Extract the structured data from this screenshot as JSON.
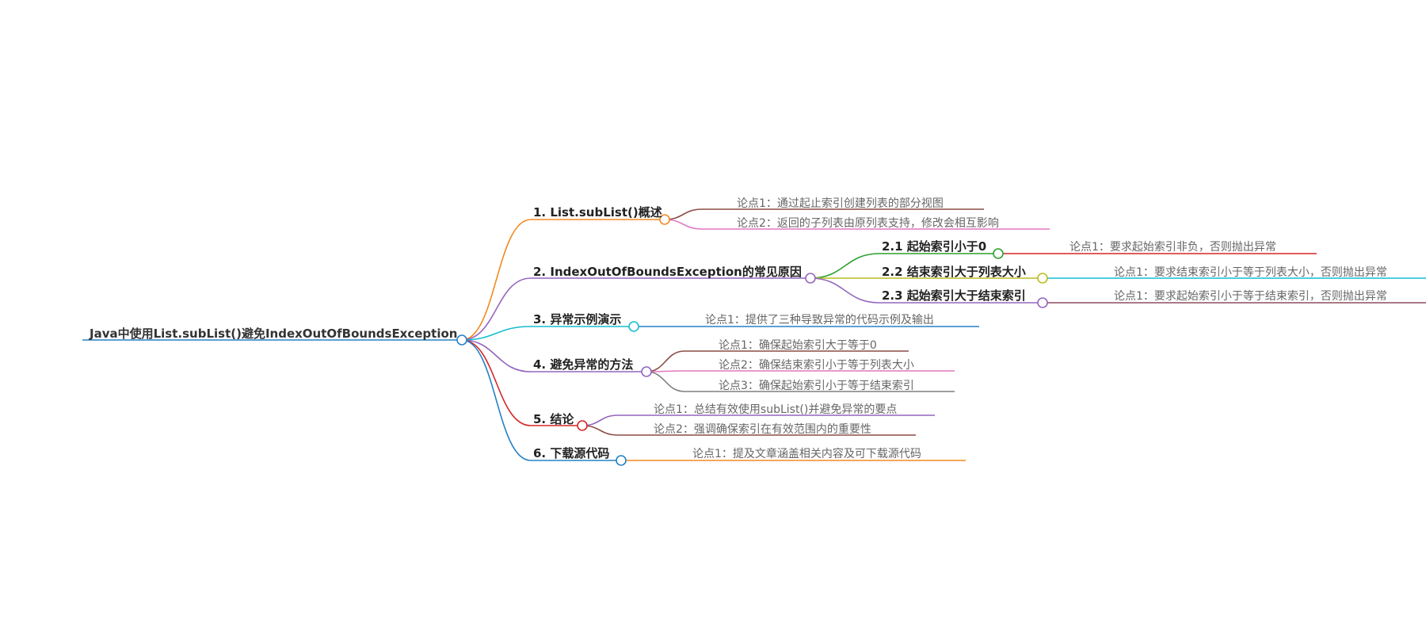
{
  "root": {
    "label": "Java中使用List.subList()避免IndexOutOfBoundsException",
    "color": "#2582c4"
  },
  "sections": [
    {
      "label": "1. List.subList()概述",
      "color": "#f28a21",
      "leaves": [
        {
          "label": "论点1：通过起止索引创建列表的部分视图",
          "color": "#8b4d45"
        },
        {
          "label": "论点2：返回的子列表由原列表支持，修改会相互影响",
          "color": "#e377c2"
        }
      ]
    },
    {
      "label": "2. IndexOutOfBoundsException的常见原因",
      "color": "#9467bd",
      "subs": [
        {
          "label": "2.1 起始索引小于0",
          "color": "#2ca02c",
          "leaf": {
            "label": "论点1：要求起始索引非负，否则抛出异常",
            "color": "#d62728"
          }
        },
        {
          "label": "2.2 结束索引大于列表大小",
          "color": "#bcbd22",
          "leaf": {
            "label": "论点1：要求结束索引小于等于列表大小，否则抛出异常",
            "color": "#17becf"
          }
        },
        {
          "label": "2.3 起始索引大于结束索引",
          "color": "#9467bd",
          "leaf": {
            "label": "论点1：要求起始索引小于等于结束索引，否则抛出异常",
            "color": "#8c4f5e"
          }
        }
      ]
    },
    {
      "label": "3. 异常示例演示",
      "color": "#17becf",
      "leaves": [
        {
          "label": "论点1：提供了三种导致异常的代码示例及输出",
          "color": "#2582c4"
        }
      ]
    },
    {
      "label": "4. 避免异常的方法",
      "color": "#9467bd",
      "leaves": [
        {
          "label": "论点1：确保起始索引大于等于0",
          "color": "#8b4d45"
        },
        {
          "label": "论点2：确保结束索引小于等于列表大小",
          "color": "#e377c2"
        },
        {
          "label": "论点3：确保起始索引小于等于结束索引",
          "color": "#7f7f7f"
        }
      ]
    },
    {
      "label": "5. 结论",
      "color": "#d62728",
      "leaves": [
        {
          "label": "论点1：总结有效使用subList()并避免异常的要点",
          "color": "#9467bd"
        },
        {
          "label": "论点2：强调确保索引在有效范围内的重要性",
          "color": "#8b4d45"
        }
      ]
    },
    {
      "label": "6. 下载源代码",
      "color": "#2582c4",
      "leaves": [
        {
          "label": "论点1：提及文章涵盖相关内容及可下载源代码",
          "color": "#f28a21"
        }
      ]
    }
  ]
}
